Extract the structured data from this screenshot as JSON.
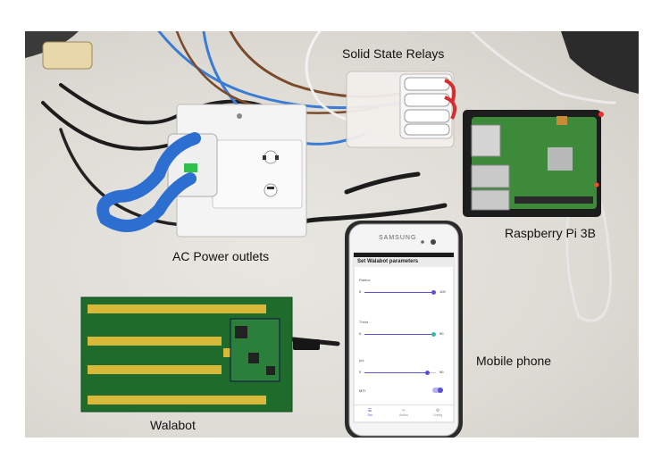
{
  "labels": {
    "relays": "Solid State Relays",
    "pi": "Raspberry Pi 3B",
    "outlets": "AC Power outlets",
    "phone": "Mobile phone",
    "walabot": "Walabot"
  },
  "phone_screen": {
    "brand": "SAMSUNG",
    "app_title": "Set Walabot parameters",
    "sections": [
      {
        "label": "Radius",
        "min": "5",
        "max": "100",
        "level": 0.95
      },
      {
        "label": "Theta",
        "min": "0",
        "max": "90",
        "level": 0.95
      },
      {
        "label": "phi",
        "min": "0",
        "max": "90",
        "level": 0.85
      }
    ],
    "toggle_label": "MTI",
    "toggle_on": true,
    "nav": [
      "Set",
      "Action",
      "Config"
    ]
  },
  "colors": {
    "board_green": "#1f6b2c",
    "pad_yellow": "#d8b93a",
    "phone_accent": "#5b4fd6",
    "clip_blue": "#2d6fd0",
    "wire_blue": "#3a7bd5",
    "wire_brown": "#7a4a2a",
    "background": "#dedbd5"
  }
}
